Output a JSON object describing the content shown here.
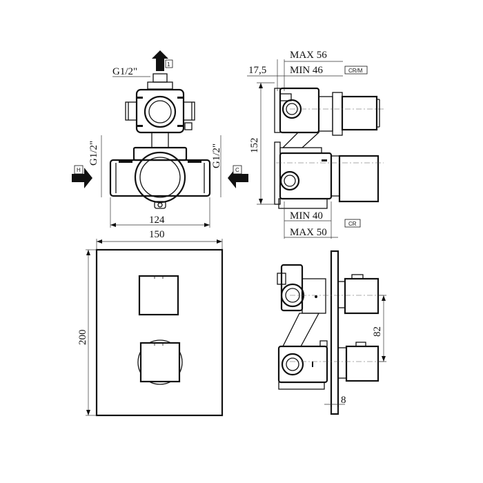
{
  "labels": {
    "thread_top": "G1/2\"",
    "thread_left": "G1/2\"",
    "thread_right": "G1/2\"",
    "arrow_top_num": "1",
    "arrow_left_letter": "H",
    "arrow_right_letter": "C",
    "max56": "MAX 56",
    "min46": "MIN 46",
    "crm": "CR/M",
    "d175": "17,5",
    "d152": "152",
    "min40": "MIN 40",
    "max50": "MAX 50",
    "cr": "CR",
    "d124": "124",
    "d150": "150",
    "d200": "200",
    "d82": "82",
    "d8": "8"
  }
}
